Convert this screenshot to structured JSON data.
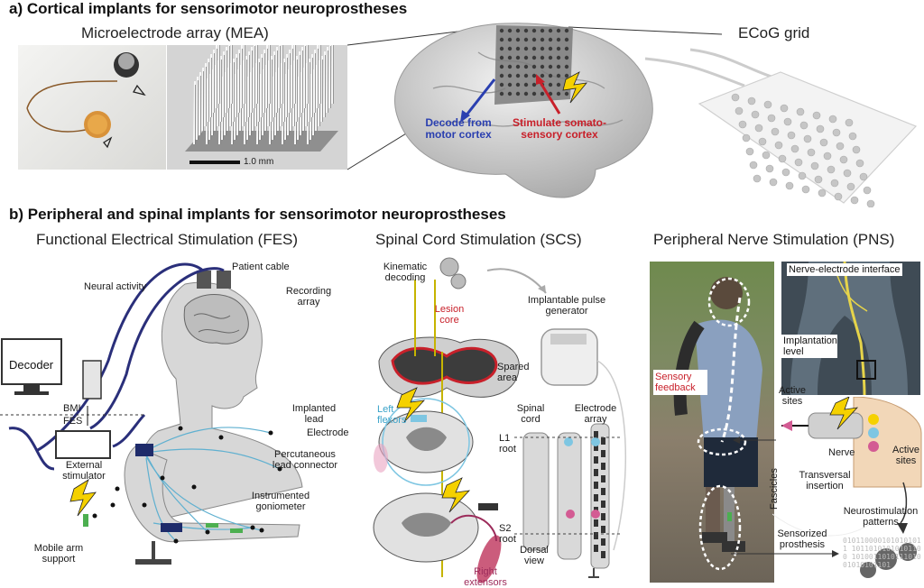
{
  "sections": {
    "a_title": "a) Cortical implants for sensorimotor neuroprostheses",
    "b_title": "b) Peripheral and spinal implants for sensorimotor neuroprostheses"
  },
  "cortical": {
    "mea_title": "Microelectrode array (MEA)",
    "scale_bar": "1.0 mm",
    "ecog_title": "ECoG grid",
    "decode_label": "Decode from motor cortex",
    "stimulate_label": "Stimulate somato-sensory cortex",
    "colors": {
      "decode": "#2a3fb0",
      "stimulate": "#c8202a"
    }
  },
  "fes": {
    "title": "Functional Electrical Stimulation (FES)",
    "labels": {
      "patient_cable": "Patient cable",
      "neural_activity": "Neural activity",
      "recording_array": "Recording array",
      "decoder": "Decoder",
      "bmi": "BMI",
      "fes": "FES",
      "implanted_lead": "Implanted lead",
      "electrode": "Electrode",
      "external_stimulator": "External stimulator",
      "percutaneous": "Percutaneous lead connector",
      "goniometer": "Instrumented goniometer",
      "mobile_arm": "Mobile arm support"
    }
  },
  "scs": {
    "title": "Spinal Cord Stimulation (SCS)",
    "labels": {
      "kinematic": "Kinematic decoding",
      "ipg": "Implantable pulse generator",
      "lesion_core": "Lesion core",
      "spared_area": "Spared area",
      "left_flexors": "Left flexors",
      "spinal_cord": "Spinal cord",
      "electrode_array": "Electrode array",
      "l1_root": "L1 root",
      "s2_root": "S2 root",
      "dorsal_view": "Dorsal view",
      "right_extensors": "Right extensors"
    }
  },
  "pns": {
    "title": "Peripheral Nerve Stimulation (PNS)",
    "labels": {
      "nerve_interface": "Nerve-electrode interface",
      "implantation_level": "Implantation level",
      "sensory_feedback": "Sensory feedback",
      "active_sites": "Active sites",
      "nerve": "Nerve",
      "fascicles": "Fascicles",
      "transversal": "Transversal insertion",
      "active_sites_2": "Active sites",
      "neurostim_patterns": "Neurostimulation patterns",
      "sensorized_prosthesis": "Sensorized prosthesis"
    },
    "binary_stream": "0101100001010101011 10110101010101100 1010011010111010 01010101101"
  }
}
